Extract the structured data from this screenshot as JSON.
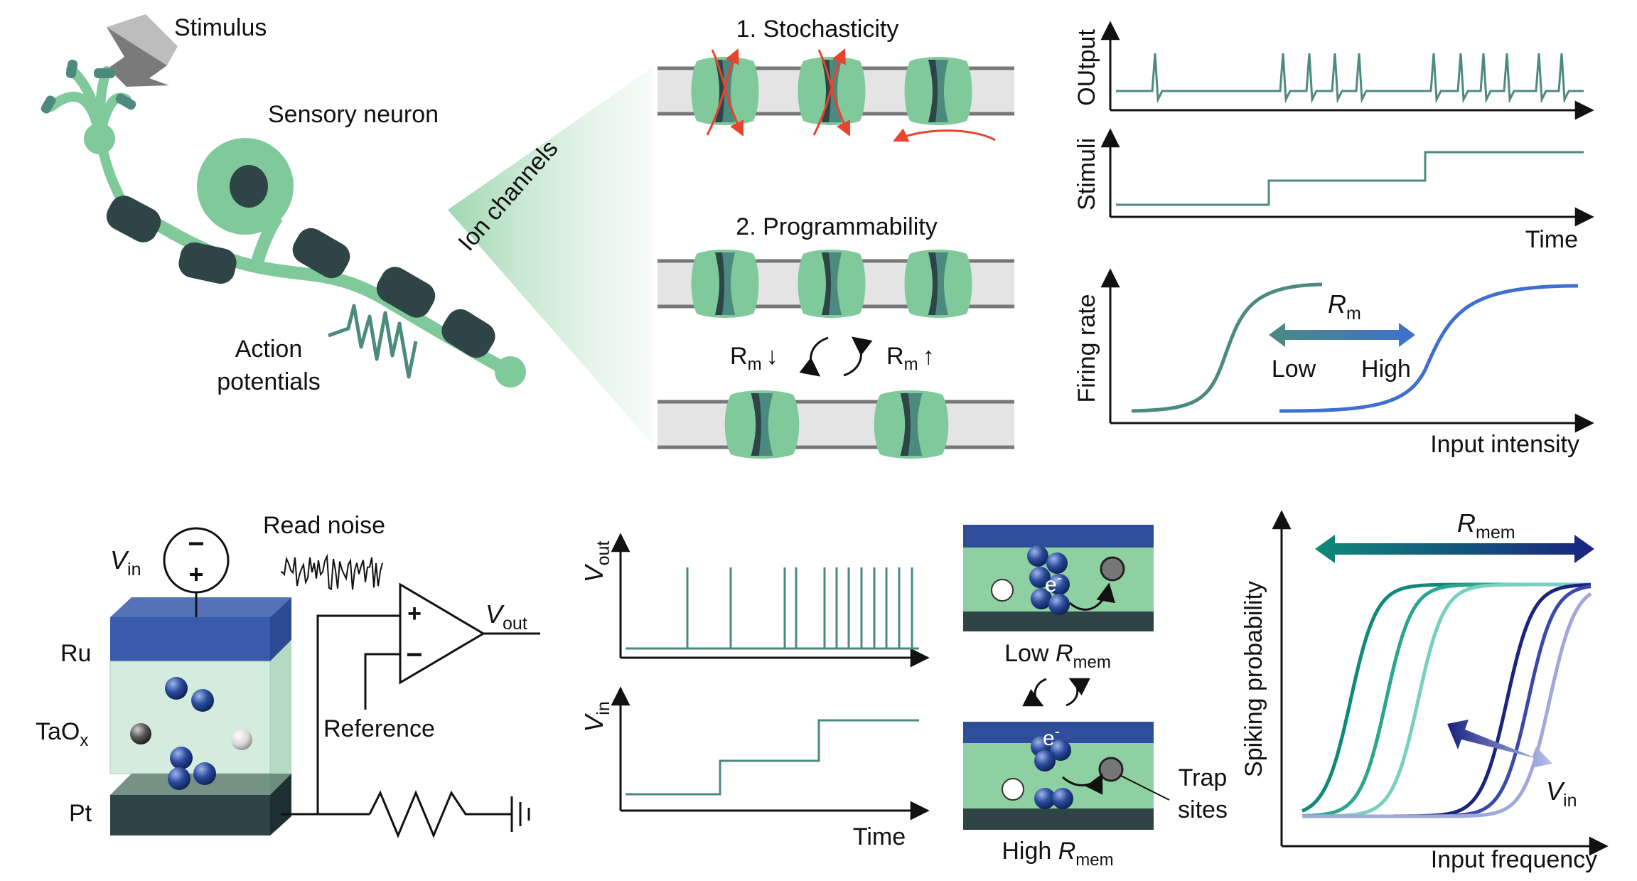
{
  "neuron": {
    "stimulus": "Stimulus",
    "sensory_neuron": "Sensory neuron",
    "ion_channels": "Ion channels",
    "action": "Action",
    "potentials": "potentials"
  },
  "channels": {
    "stochasticity": "1. Stochasticity",
    "programmability": "2. Programmability",
    "rm_down_base": "R",
    "rm_down_sub": "m",
    "rm_down_arrow": "↓",
    "rm_up_base": "R",
    "rm_up_sub": "m",
    "rm_up_arrow": "↑"
  },
  "top_right": {
    "output_label": "OUtput",
    "stimuli_label": "Stimuli",
    "time_label": "Time",
    "firing_rate_label": "Firing rate",
    "input_intensity_label": "Input intensity",
    "rm_base": "R",
    "rm_sub": "m",
    "low": "Low",
    "high": "High"
  },
  "circuit": {
    "vin_base": "V",
    "vin_sub": "in",
    "read_noise": "Read noise",
    "vout_base": "V",
    "vout_sub": "out",
    "ru": "Ru",
    "taox_base": "TaO",
    "taox_sub": "x",
    "pt": "Pt",
    "reference": "Reference",
    "minus_sign": "−",
    "plus_sign": "+"
  },
  "bottom_mid": {
    "vout_base": "V",
    "vout_sub": "out",
    "vin_base": "V",
    "vin_sub": "in",
    "time_label": "Time"
  },
  "mem": {
    "electron": "e",
    "electron_sup": "-",
    "low_base": "Low ",
    "low_r": "R",
    "low_sub": "mem",
    "high_base": "High ",
    "high_r": "R",
    "high_sub": "mem",
    "trap": "Trap",
    "sites": "sites"
  },
  "spiking": {
    "ylabel": "Spiking probability",
    "xlabel": "Input frequency",
    "rmem_r": "R",
    "rmem_sub": "mem",
    "vin_base": "V",
    "vin_sub": "in"
  },
  "colors": {
    "teal": "#4c8a80",
    "green": "#7fc99a",
    "dark": "#2e4447",
    "blue": "#2f4e9a",
    "navy": "#1f2a7a",
    "red": "#e8432c"
  }
}
